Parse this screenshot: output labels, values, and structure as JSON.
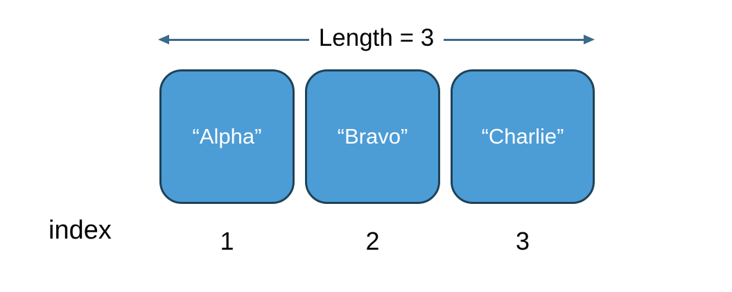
{
  "diagram": {
    "length_label": "Length = 3",
    "index_label": "index",
    "cells": [
      {
        "value": "“Alpha”",
        "index": "1"
      },
      {
        "value": "“Bravo”",
        "index": "2"
      },
      {
        "value": "“Charlie”",
        "index": "3"
      }
    ],
    "colors": {
      "box_fill": "#4C9CD6",
      "box_border": "#1F4257",
      "arrow": "#3A6B8C",
      "label_text": "#000000",
      "box_text": "#FFFFFF"
    }
  }
}
